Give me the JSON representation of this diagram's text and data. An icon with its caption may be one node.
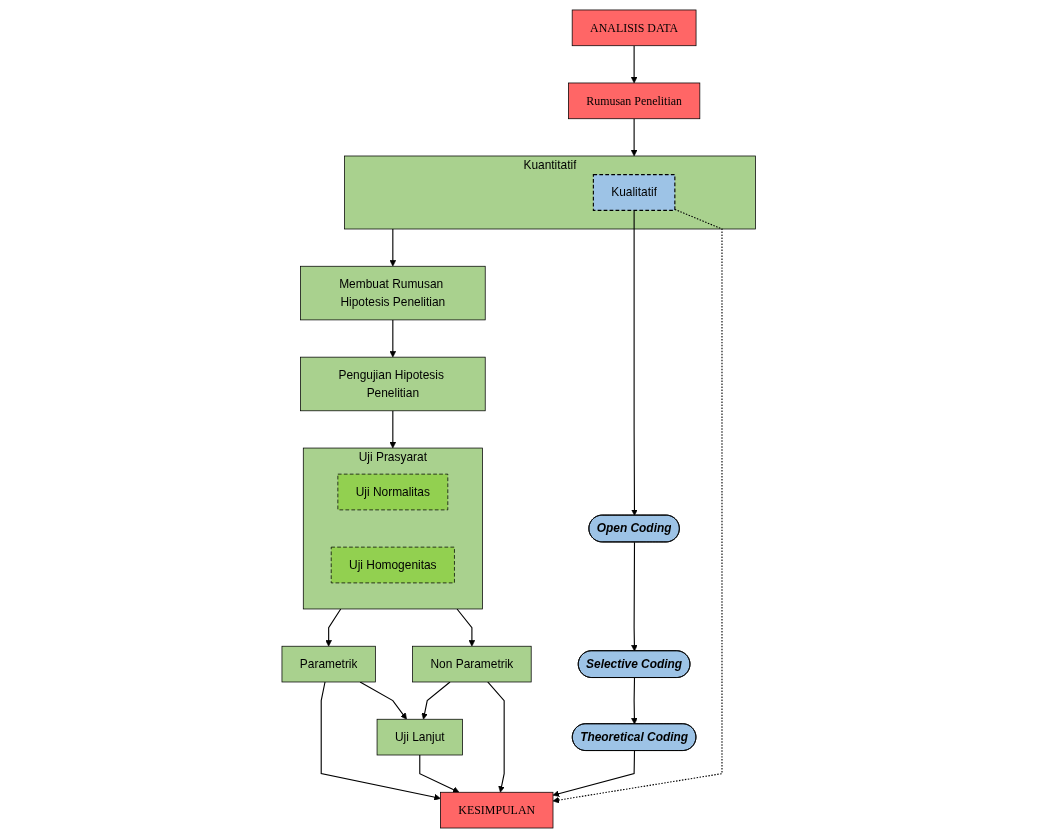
{
  "diagram": {
    "nodes": [
      {
        "text": [
          "ANALISIS DATA"
        ]
      },
      {
        "text": [
          "Rumusan Penelitian"
        ]
      },
      {
        "text": [
          "Kuantitatif"
        ]
      },
      {
        "text": [
          "Kualitatif"
        ],
        "in": 2
      },
      {
        "text": [
          "Membuat Rumusan Hipotesis Penelitian"
        ]
      },
      {
        "text": [
          "Pengujian Hipotesis Penelitian"
        ]
      },
      {
        "text": [
          "Uji Prasyarat"
        ]
      },
      {
        "text": [
          "Uji Normalitas"
        ],
        "in": 6
      },
      {
        "text": [
          "Uji Homogenitas"
        ],
        "in": 6
      },
      {
        "text": [
          "Open Coding"
        ]
      },
      {
        "text": [
          "Selective Coding"
        ]
      },
      {
        "text": [
          "Theoretical Coding"
        ]
      },
      {
        "text": [
          "Parametrik"
        ]
      },
      {
        "text": [
          "Non Parametrik"
        ]
      },
      {
        "text": [
          "Uji Lanjut"
        ]
      },
      {
        "text": [
          "KESIMPULAN"
        ]
      }
    ],
    "edges": [
      {
        "from": 0,
        "to": 1,
        "arrow": "to"
      },
      {
        "from": 1,
        "to": 2,
        "arrow": "to"
      },
      {
        "from": 2,
        "to": 4,
        "arrow": "to"
      },
      {
        "from": 3,
        "to": 9,
        "arrow": "to"
      },
      {
        "from": 4,
        "to": 5,
        "arrow": "to"
      },
      {
        "from": 5,
        "to": 6,
        "arrow": "to"
      },
      {
        "from": 9,
        "to": 10,
        "arrow": "to"
      },
      {
        "from": 10,
        "to": 11,
        "arrow": "to"
      },
      {
        "from": 6,
        "to": 12,
        "arrow": "to"
      },
      {
        "from": 6,
        "to": 13,
        "arrow": "to"
      },
      {
        "from": 12,
        "to": 14,
        "arrow": "to"
      },
      {
        "from": 13,
        "to": 14,
        "arrow": "to"
      },
      {
        "from": 12,
        "to": 15,
        "arrow": "to"
      },
      {
        "from": 14,
        "to": 15,
        "arrow": "to"
      },
      {
        "from": 13,
        "to": 15,
        "arrow": "to"
      },
      {
        "from": 11,
        "to": 15,
        "arrow": "to"
      },
      {
        "from": 3,
        "to": 15,
        "arrow": "to",
        "style": "dashed"
      }
    ]
  }
}
